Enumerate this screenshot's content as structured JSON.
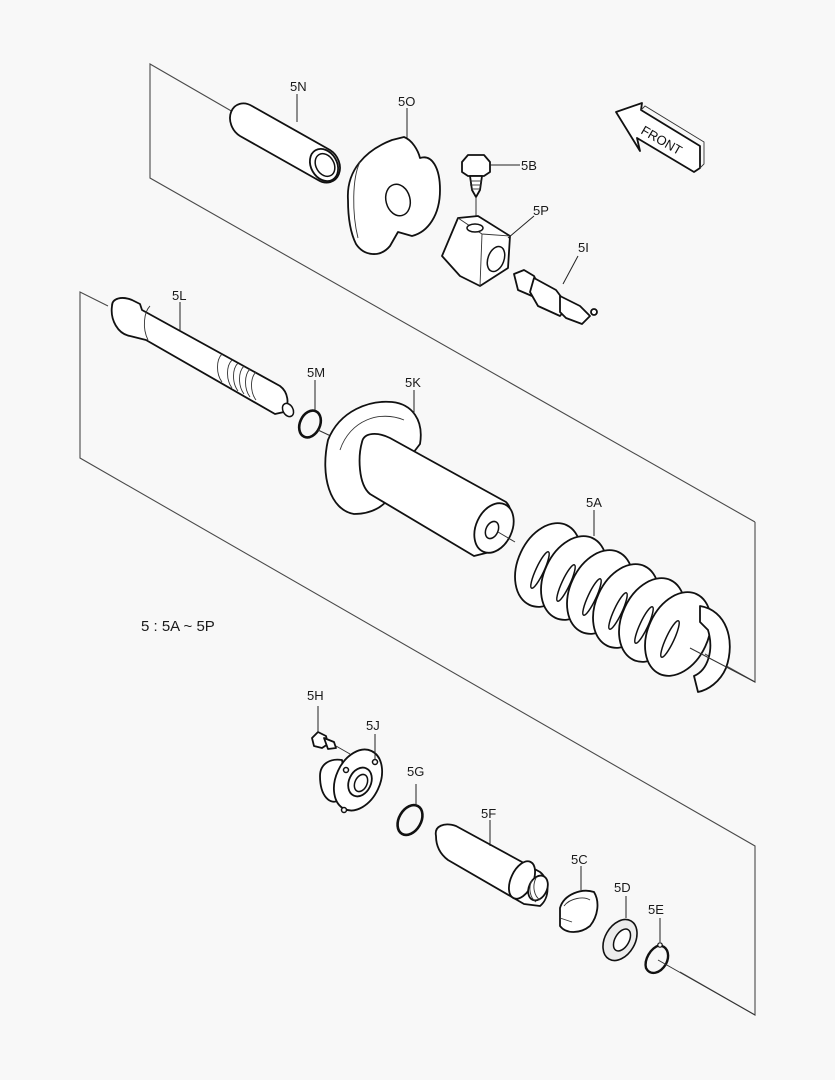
{
  "diagram": {
    "type": "exploded-parts-view",
    "background": "#f8f8f8",
    "legend": "5 : 5A ~ 5P",
    "front_indicator": "FRONT",
    "parts": [
      {
        "id": "5N",
        "label": "5N",
        "shape": "sleeve"
      },
      {
        "id": "5O",
        "label": "5O",
        "shape": "flanged cam plate"
      },
      {
        "id": "5B",
        "label": "5B",
        "shape": "hex bolt"
      },
      {
        "id": "5P",
        "label": "5P",
        "shape": "hex nut block"
      },
      {
        "id": "5I",
        "label": "5I",
        "shape": "grease fitting"
      },
      {
        "id": "5L",
        "label": "5L",
        "shape": "threaded rod"
      },
      {
        "id": "5M",
        "label": "5M",
        "shape": "o-ring"
      },
      {
        "id": "5K",
        "label": "5K",
        "shape": "flanged cylinder"
      },
      {
        "id": "5A",
        "label": "5A",
        "shape": "coil spring"
      },
      {
        "id": "5H",
        "label": "5H",
        "shape": "bolt"
      },
      {
        "id": "5J",
        "label": "5J",
        "shape": "flange bracket"
      },
      {
        "id": "5G",
        "label": "5G",
        "shape": "o-ring"
      },
      {
        "id": "5F",
        "label": "5F",
        "shape": "piston rod"
      },
      {
        "id": "5C",
        "label": "5C",
        "shape": "split bushing"
      },
      {
        "id": "5D",
        "label": "5D",
        "shape": "seal"
      },
      {
        "id": "5E",
        "label": "5E",
        "shape": "snap ring"
      }
    ]
  }
}
